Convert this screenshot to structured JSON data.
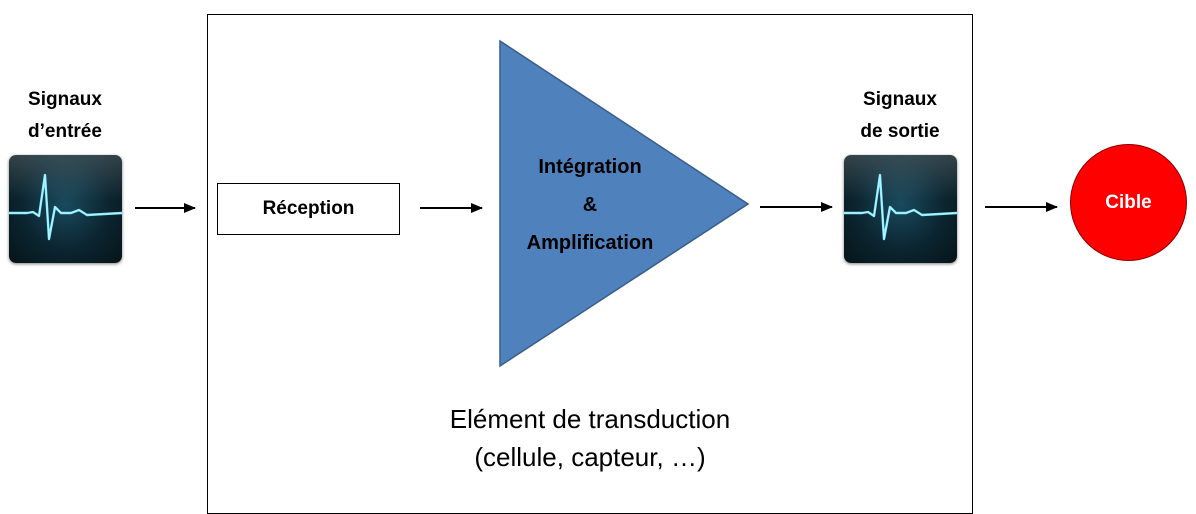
{
  "input_signals": {
    "line1": "Signaux",
    "line2": "d’entrée"
  },
  "output_signals": {
    "line1": "Signaux",
    "line2": "de sortie"
  },
  "reception": "Réception",
  "amplifier": {
    "line1": "Intégration",
    "line2": "&",
    "line3": "Amplification"
  },
  "target": "Cible",
  "transducer": {
    "line1": "Elément de transduction",
    "line2": "(cellule, capteur, …)"
  },
  "icons": {
    "input": "ecg-monitor-icon",
    "output": "ecg-monitor-icon"
  },
  "colors": {
    "amplifier_fill": "#4f81bd",
    "amplifier_stroke": "#385d8a",
    "target_fill": "#ff0000",
    "ecg_line": "#7fe9ff"
  }
}
